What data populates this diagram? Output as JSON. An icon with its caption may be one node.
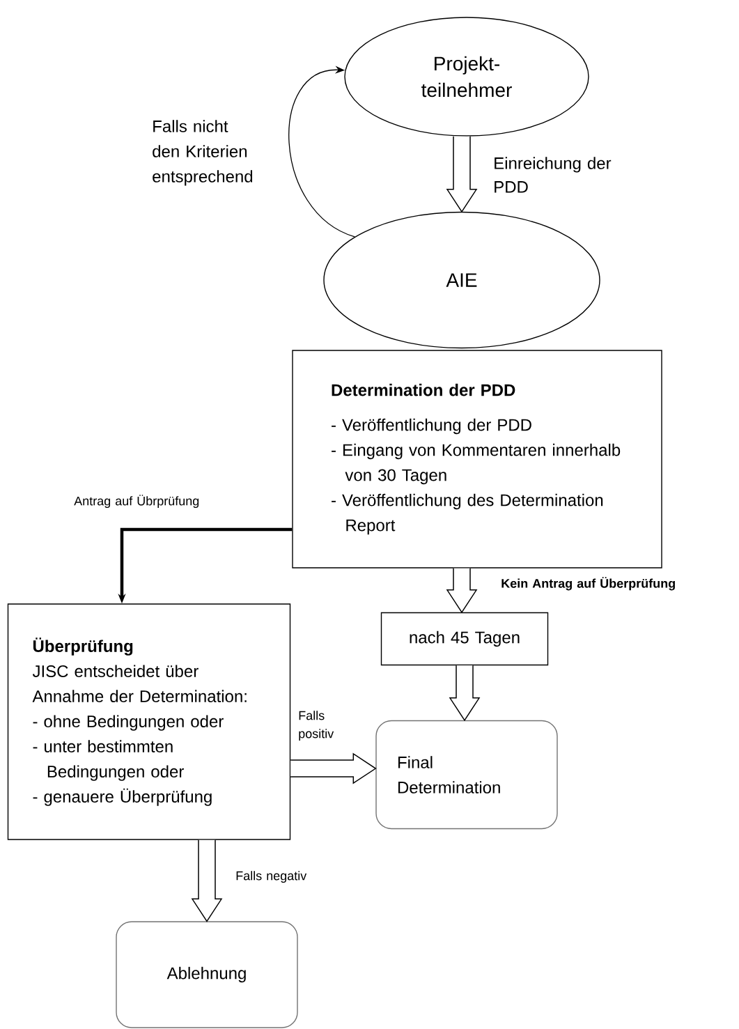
{
  "diagram": {
    "nodes": [
      {
        "text": [
          "Projekt- teilnehmer"
        ]
      },
      {
        "text": [
          "AIE"
        ]
      },
      {
        "text": [
          "Determination der PDD",
          "- Veröffentlichung der PDD",
          "- Eingang von Kommentaren innerhalb von 30 Tagen",
          "- Veröffentlichung des Determination Report"
        ]
      },
      {
        "text": [
          "nach 45 Tagen"
        ]
      },
      {
        "text": [
          "Überprüfung",
          "JISC entscheidet über Annahme der Determination:",
          "- ohne Bedingungen oder",
          "- unter bestimmten Bedingungen oder",
          "- genauere Überprüfung"
        ]
      },
      {
        "text": [
          "Final Determination"
        ]
      },
      {
        "text": [
          "Ablehnung"
        ]
      }
    ],
    "edges": [
      {
        "from": 0,
        "to": 1,
        "arrow": "to",
        "label": "Einreichung der PDD"
      },
      {
        "from": 1,
        "to": 0,
        "arrow": "to",
        "label": "Falls nicht den Kriterien entsprechend"
      },
      {
        "from": 2,
        "to": 4,
        "arrow": "to",
        "label": "Antrag auf Übrprüfung",
        "style": "thick"
      },
      {
        "from": 2,
        "to": 3,
        "arrow": "to",
        "label": "Kein Antrag auf Überprüfung"
      },
      {
        "from": 3,
        "to": 5,
        "arrow": "to"
      },
      {
        "from": 4,
        "to": 5,
        "arrow": "to",
        "label": "Falls positiv"
      },
      {
        "from": 4,
        "to": 6,
        "arrow": "to",
        "label": "Falls negativ"
      }
    ]
  }
}
